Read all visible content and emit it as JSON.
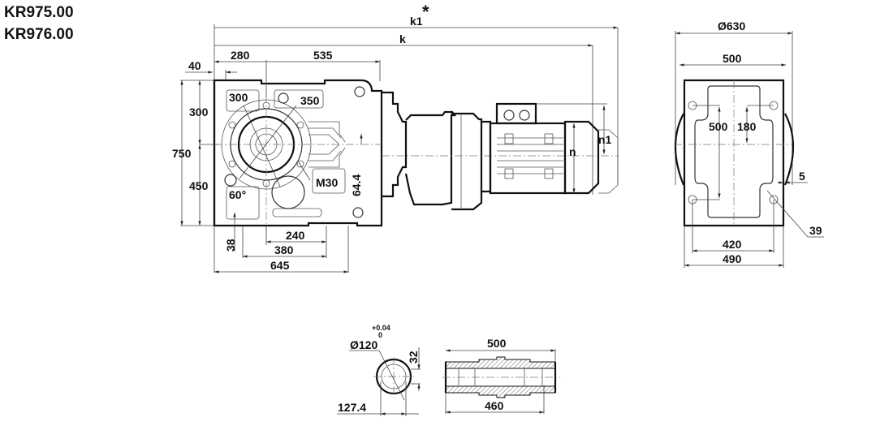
{
  "titles": {
    "model_1": "KR975.00",
    "model_2": "KR976.00"
  },
  "side_view": {
    "overall_length_motor_option": "k1",
    "option_marker": "*",
    "overall_length": "k",
    "flange_offset": "40",
    "shaft_center_to_housing_edge": "280",
    "shaft_center_to_housing_end": "535",
    "upper_height": "300",
    "total_height": "750",
    "lower_height": "450",
    "flange_pitch_diameter": "300",
    "flange_diameter": "350",
    "bolt_angle": "60°",
    "thread": "M30",
    "shaft_offset": "64.4",
    "foot_offset": "38",
    "foot_span_inner": "240",
    "foot_span_outer": "380",
    "housing_width": "645",
    "motor_height": "n",
    "motor_terminal_height": "n1"
  },
  "end_view": {
    "flange_diameter": "Ø630",
    "top_width": "500",
    "bolt_vertical_spacing": "500",
    "bolt_center_offset": "180",
    "flange_thickness": "5",
    "hole_diameter": "39",
    "bolt_horizontal_spacing": "420",
    "base_width": "490"
  },
  "hollow_shaft": {
    "bore_diameter": "Ø120",
    "tolerance_upper": "+0.04",
    "tolerance_lower": "0",
    "keyway_width": "32",
    "keyway_depth": "127.4",
    "shaft_length": "500",
    "inner_length": "460"
  }
}
